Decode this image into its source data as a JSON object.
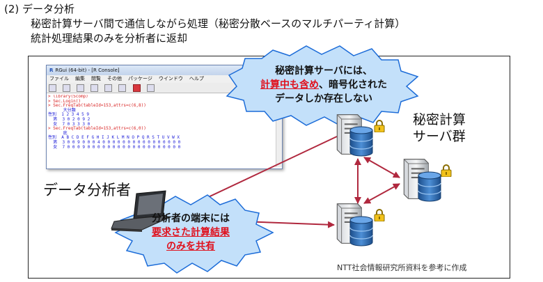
{
  "header": {
    "line1": "(2) データ分析",
    "line2": "秘密計算サーバ間で通信しながら処理（秘密分散ベースのマルチパーティ計算）",
    "line3": "統計処理結果のみを分析者に返却"
  },
  "rgui": {
    "title": "RGui (64-bit) - [R Console]",
    "menu": [
      "ファイル",
      "編集",
      "閲覧",
      "その他",
      "パッケージ",
      "ウインドウ",
      "ヘルプ"
    ],
    "console_lines": [
      {
        "text": "> library(Scomp)",
        "cmd": true
      },
      {
        "text": "> Sec.Login()",
        "cmd": true
      },
      {
        "text": "> Sec.FreqTab(tableId=153,attrs=c(6,8))",
        "cmd": true
      },
      {
        "text": "      大分類",
        "cmd": false
      },
      {
        "text": "性別  1 2 3 4 5 9",
        "cmd": false
      },
      {
        "text": "  男  3 0 2 0 9 2",
        "cmd": false
      },
      {
        "text": "  女  7 0 3 3 3 0",
        "cmd": false
      },
      {
        "text": "> Sec.FreqTab(tableId=153,attrs=c(6,0))",
        "cmd": true
      },
      {
        "text": "      底",
        "cmd": false
      },
      {
        "text": "性別  A B C D E F G H I J K L M N O P Q R S T U V W X",
        "cmd": false
      },
      {
        "text": "  男  3 0 0 9 0 0 0 4 0 0 0 0 0 0 0 0 0 0 0 0 0 0 0 0",
        "cmd": false
      },
      {
        "text": "  女  7 0 0 0 9 0 0 0 0 0 0 0 0 0 0 0 0 0 0 0 0 0 0 0",
        "cmd": false
      }
    ]
  },
  "labels": {
    "analyst": "データ分析者",
    "servers_line1": "秘密計算",
    "servers_line2": "サーバ群"
  },
  "top_bubble": {
    "line1": "秘密計算サーバには、",
    "line2_red": "計算中も含め",
    "line2_rest": "、暗号化された",
    "line3": "データしか存在しない"
  },
  "bottom_bubble": {
    "line1": "分析者の端末には",
    "line2_red": "要求さた計算結果",
    "line3_red": "のみを共有"
  },
  "credit": "NTT社会情報研究所資料を参考に作成",
  "colors": {
    "arrow": "#b0283e",
    "bubble_fill": "#c3e0fa",
    "bubble_edge": "#1c6cd8",
    "highlight": "#e0101c"
  },
  "icons": [
    "server-icon",
    "database-icon",
    "lock-icon",
    "laptop-icon"
  ]
}
